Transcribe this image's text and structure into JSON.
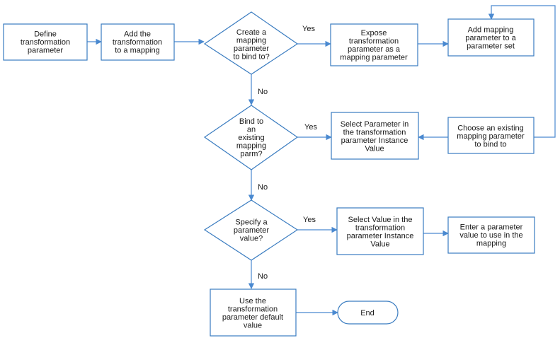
{
  "nodes": {
    "define": [
      "Define",
      "transformation",
      "parameter"
    ],
    "add_to_mapping": [
      "Add the",
      "transformation",
      "to a mapping"
    ],
    "create_decision": [
      "Create a",
      "mapping",
      "parameter",
      "to bind to?"
    ],
    "expose": [
      "Expose",
      "transformation",
      "parameter as a",
      "mapping parameter"
    ],
    "add_to_set": [
      "Add mapping",
      "parameter to a",
      "parameter set"
    ],
    "bind_decision": [
      "Bind to",
      "an",
      "existing",
      "mapping",
      "parm?"
    ],
    "select_parameter": [
      "Select Parameter in",
      "the transformation",
      "parameter Instance",
      "Value"
    ],
    "choose_existing": [
      "Choose an existing",
      "mapping parameter",
      "to bind to"
    ],
    "specify_decision": [
      "Specify a",
      "parameter",
      "value?"
    ],
    "select_value": [
      "Select Value in the",
      "transformation",
      "parameter Instance",
      "Value"
    ],
    "enter_value": [
      "Enter a parameter",
      "value to use in the",
      "mapping"
    ],
    "use_default": [
      "Use the",
      "transformation",
      "parameter default",
      "value"
    ],
    "end": [
      "End"
    ]
  },
  "edge_labels": {
    "create_yes": "Yes",
    "create_no": "No",
    "bind_yes": "Yes",
    "bind_no": "No",
    "specify_yes": "Yes",
    "specify_no": "No"
  }
}
